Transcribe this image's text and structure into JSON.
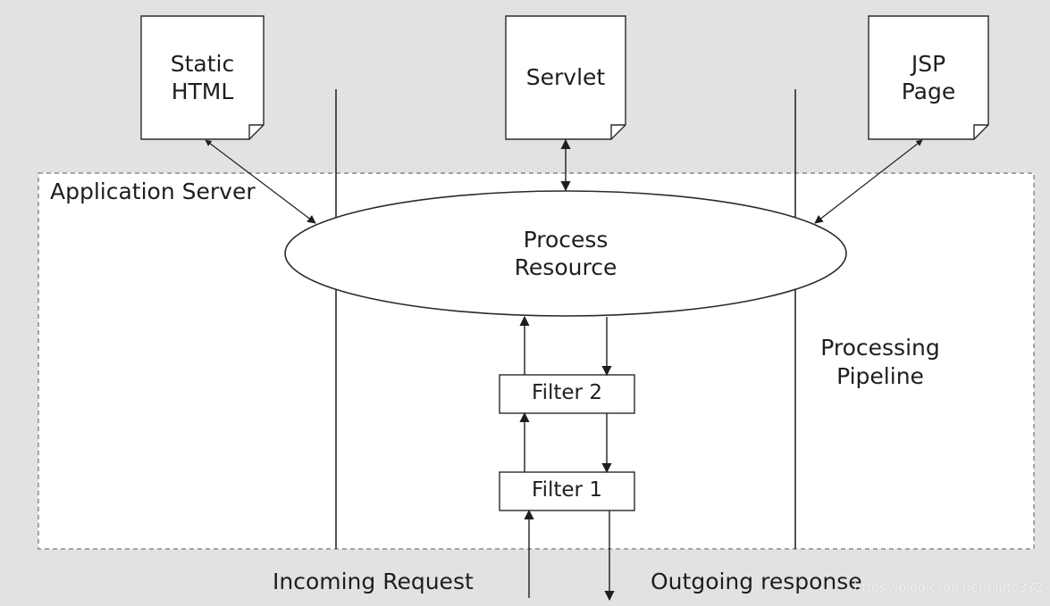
{
  "documents": [
    {
      "label_lines": [
        "Static",
        "HTML"
      ]
    },
    {
      "label_lines": [
        "Servlet"
      ]
    },
    {
      "label_lines": [
        "JSP",
        "Page"
      ]
    }
  ],
  "application_server_label": "Application Server",
  "process_resource_lines": [
    "Process",
    "Resource"
  ],
  "pipeline_label_lines": [
    "Processing",
    "Pipeline"
  ],
  "filters": {
    "filter2": "Filter 2",
    "filter1": "Filter 1"
  },
  "incoming_label": "Incoming Request",
  "outgoing_label": "Outgoing response",
  "watermark": "https://blog.csdn.net/Pluto372",
  "colors": {
    "background": "#e2e2e2",
    "panel": "#ffffff",
    "ink": "#1e1e1e",
    "dash": "#8a8a8a"
  }
}
